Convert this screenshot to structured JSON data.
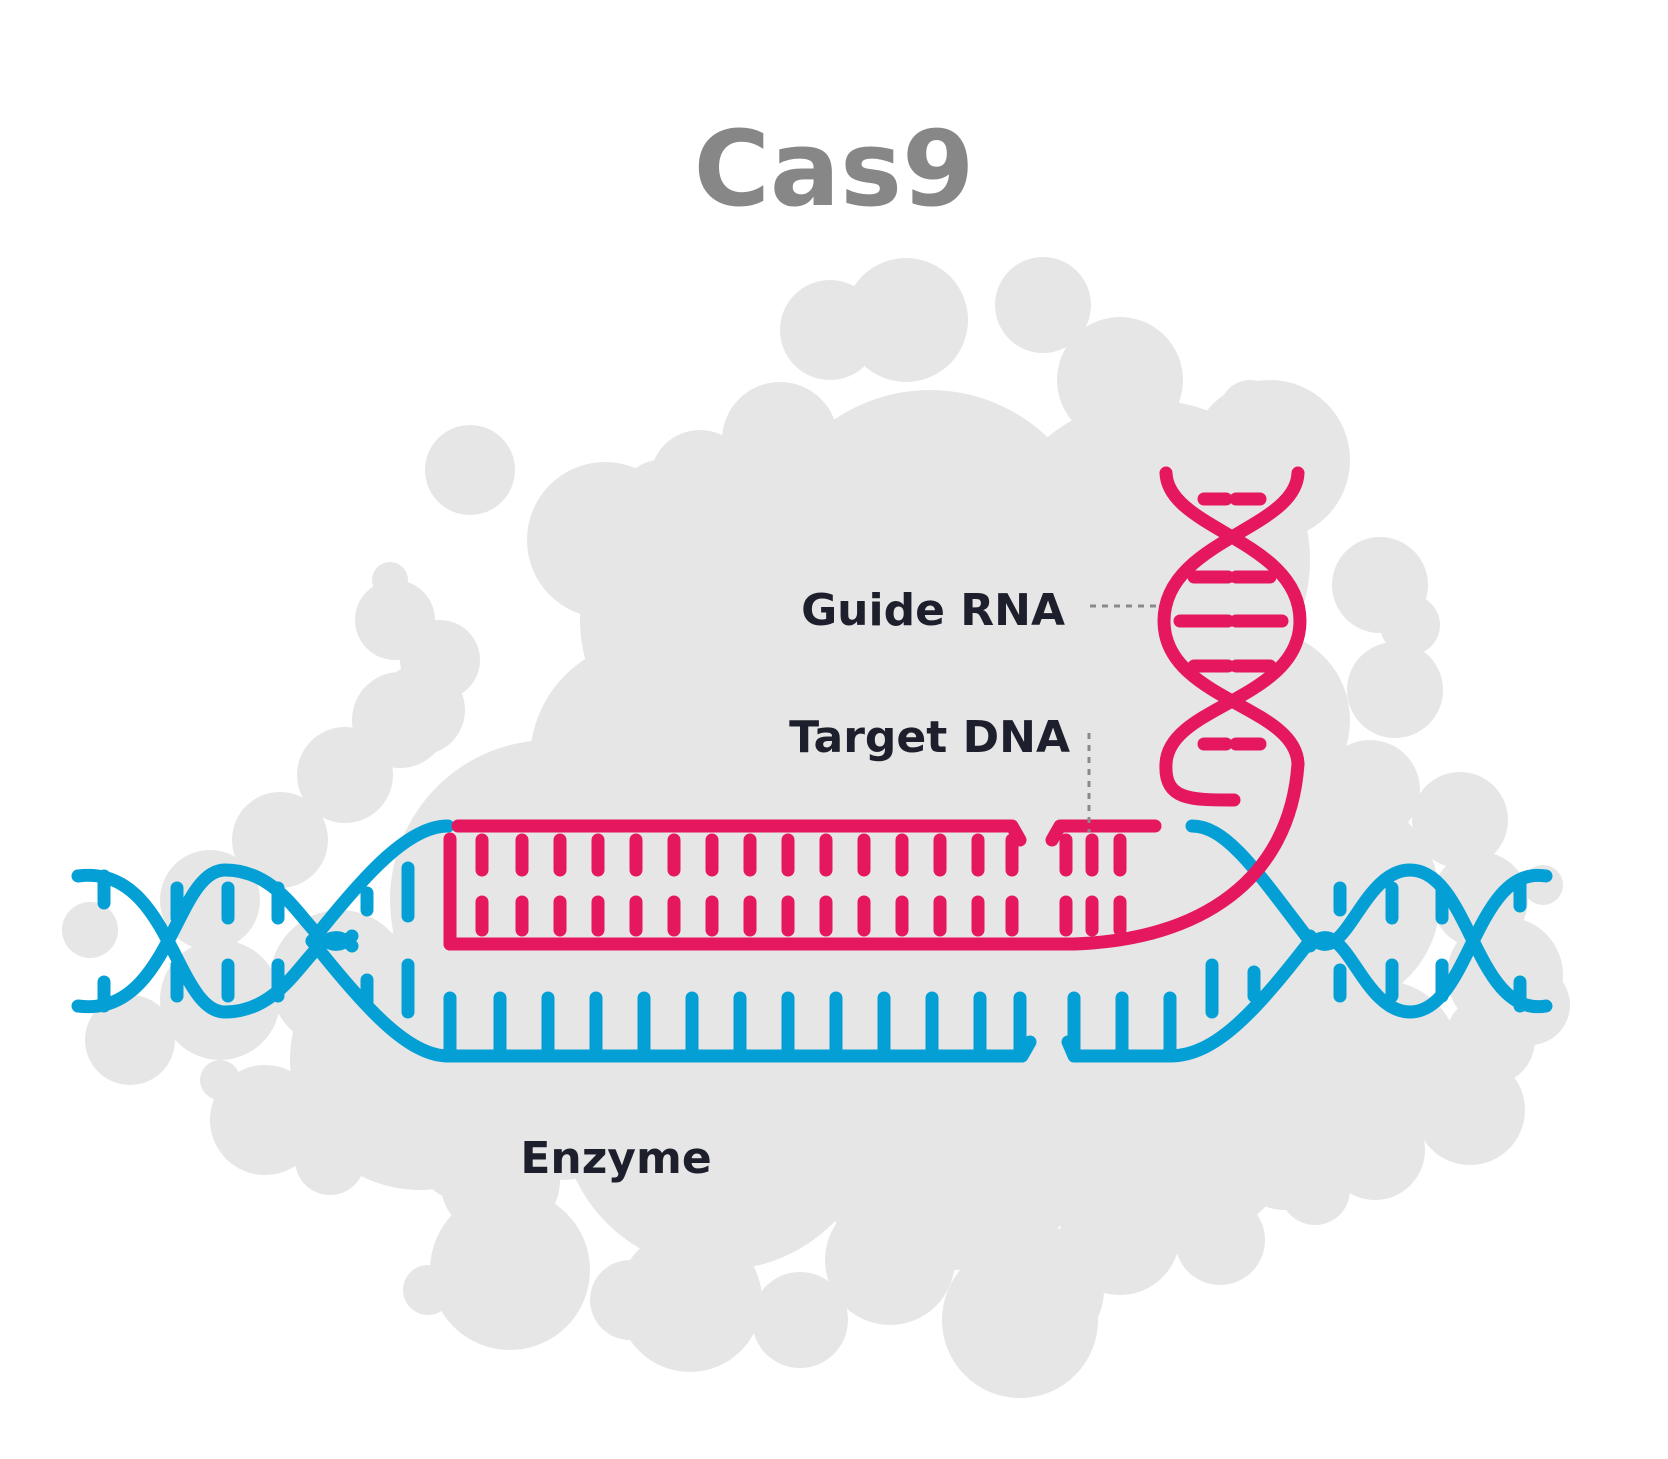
{
  "title": "Cas9",
  "labels": {
    "guide_rna": "Guide RNA",
    "target_dna": "Target DNA",
    "enzyme": "Enzyme"
  },
  "colors": {
    "background": "#ffffff",
    "blob": "#e6e6e6",
    "dna": "#04a0d5",
    "rna": "#e5175f",
    "title": "#878787",
    "label": "#1e1f2c",
    "leader": "#8a8a8a"
  }
}
